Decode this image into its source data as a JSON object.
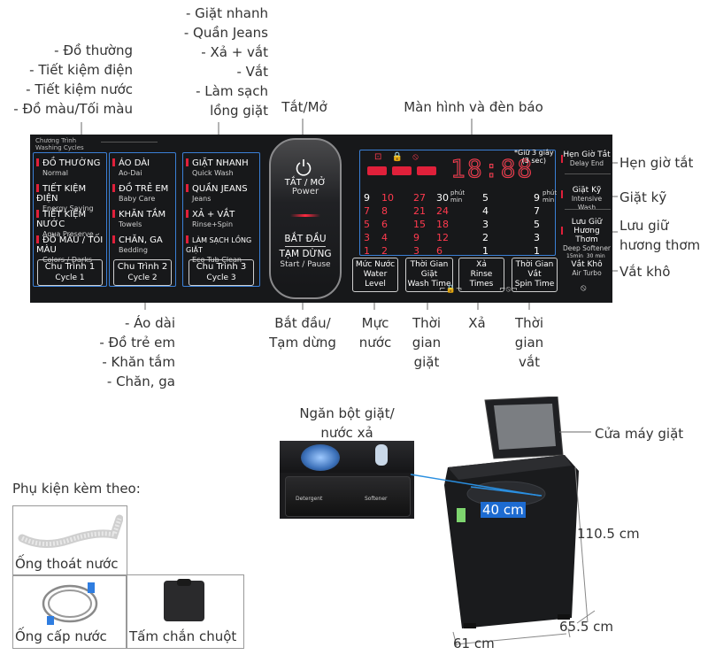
{
  "left_callouts": [
    "- Đồ thường",
    "- Tiết kiệm điện",
    "- Tiết kiệm nước",
    "- Đồ màu/Tối màu"
  ],
  "top_callouts": [
    "- Giặt nhanh",
    "- Quần Jeans",
    "- Xả + vắt",
    "- Vắt",
    "- Làm sạch",
    "lồng giặt"
  ],
  "label_power_top": "Tắt/Mở",
  "label_display_top": "Màn hình và đèn báo",
  "right_callouts": {
    "delay_end": "Hẹn giờ tắt",
    "intensive": "Giặt kỹ",
    "deep_softener_1": "Lưu giữ",
    "deep_softener_2": "hương thơm",
    "air_turbo": "Vắt khô"
  },
  "bottom_group_callouts": [
    "- Áo dài",
    "- Đồ trẻ em",
    "- Khăn tắm",
    "- Chăn, ga"
  ],
  "bottom_callouts": {
    "start_pause": [
      "Bắt đầu/",
      "Tạm dừng"
    ],
    "water_level": [
      "Mực",
      "nước"
    ],
    "wash_time": [
      "Thời",
      "gian",
      "giặt"
    ],
    "rinse": [
      "Xả"
    ],
    "spin_time": [
      "Thời",
      "gian",
      "vắt"
    ]
  },
  "panel": {
    "header_vn": "Chương Trình",
    "header_en": "Washing Cycles",
    "group1": [
      {
        "vn": "ĐỒ THƯỜNG",
        "en": "Normal"
      },
      {
        "vn": "TIẾT KIỆM ĐIỆN",
        "en": "Energy Saving"
      },
      {
        "vn": "TIẾT KIỆM NƯỚC",
        "en": "Aqua Preserve"
      },
      {
        "vn": "ĐỒ MÀU / TỐI MÀU",
        "en": "Colors / Darks"
      }
    ],
    "group2": [
      {
        "vn": "ÁO DÀI",
        "en": "Ao-Dai"
      },
      {
        "vn": "ĐỒ TRẺ EM",
        "en": "Baby Care"
      },
      {
        "vn": "KHĂN TẮM",
        "en": "Towels"
      },
      {
        "vn": "CHĂN, GA",
        "en": "Bedding"
      }
    ],
    "group3": [
      {
        "vn": "GIẶT NHANH",
        "en": "Quick Wash"
      },
      {
        "vn": "QUẦN JEANS",
        "en": "Jeans"
      },
      {
        "vn": "XẢ + VẮT",
        "en": "Rinse+Spin"
      },
      {
        "vn": "LÀM SẠCH LỒNG GIẶT",
        "en": "Eco Tub Clean"
      }
    ],
    "cycle1": {
      "vn": "Chu Trình 1",
      "en": "Cycle 1"
    },
    "cycle2": {
      "vn": "Chu Trình 2",
      "en": "Cycle 2"
    },
    "cycle3": {
      "vn": "Chu Trình 3",
      "en": "Cycle 3"
    },
    "power_vn": "TẮT / MỞ",
    "power_en": "Power",
    "start_vn_1": "BẮT ĐẦU",
    "start_vn_2": "TẠM DỪNG",
    "start_en": "Start / Pause",
    "display_digits": "18:88",
    "hold_note_1": "*Giữ 3 giây",
    "hold_note_2": "(3 sec)",
    "phut": "phút",
    "min": "min",
    "col1": [
      "9",
      "7",
      "5",
      "3",
      "1"
    ],
    "col2": [
      "10",
      "8",
      "6",
      "4",
      "2"
    ],
    "col3": [
      "27",
      "21",
      "15",
      "9",
      "3"
    ],
    "col4": [
      "30",
      "24",
      "18",
      "12",
      "6"
    ],
    "col5": [
      "5",
      "4",
      "3",
      "2",
      "1"
    ],
    "col6": [
      "9",
      "7",
      "5",
      "3",
      "1"
    ],
    "water_level_vn": "Mức Nước",
    "water_level_en": "Water Level",
    "wash_time_vn": "Thời Gian Giặt",
    "wash_time_en": "Wash Time",
    "rinse_vn": "Xả",
    "rinse_en": "Rinse Times",
    "spin_vn": "Thời Gian Vắt",
    "spin_en": "Spin Time",
    "delay_vn": "Hẹn Giờ Tắt",
    "delay_en": "Delay End",
    "intensive_vn": "Giặt Kỹ",
    "intensive_en": "Intensive Wash",
    "softener_vn_1": "Lưu Giữ",
    "softener_vn_2": "Hương Thơm",
    "softener_en": "Deep Softener",
    "air_15": "15min",
    "air_30": "30 min",
    "air_vn": "Vắt Khô",
    "air_en": "Air Turbo"
  },
  "dispenser_label": [
    "Ngăn bột giặt/",
    "nước xả"
  ],
  "dispenser_text_left": "Detergent",
  "dispenser_text_right": "Softener",
  "lid_label": "Cửa máy giặt",
  "dims": {
    "diameter": "40 cm",
    "height": "110.5 cm",
    "depth": "65.5 cm",
    "width": "61 cm"
  },
  "accessories_title": "Phụ kiện kèm theo:",
  "accessories": [
    "Ống thoát nước",
    "Ống cấp nước",
    "Tấm chắn chuột"
  ],
  "colors": {
    "panel_bg": "#17181a",
    "accent_red": "#e0203a",
    "group_border": "#3a7fd6",
    "dim_line": "#2a8fe0"
  }
}
